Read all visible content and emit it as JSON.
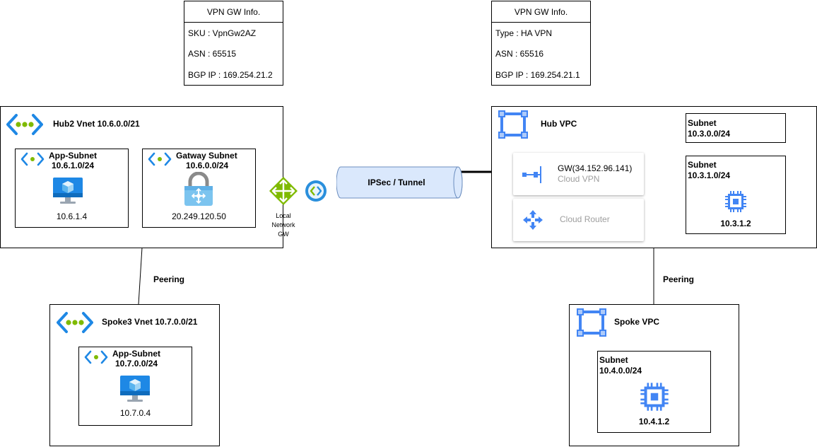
{
  "vpn_info_left": {
    "title": "VPN GW Info.",
    "line1": "SKU : VpnGw2AZ",
    "line2": "ASN : 65515",
    "line3": "BGP IP : 169.254.21.2"
  },
  "vpn_info_right": {
    "title": "VPN GW Info.",
    "line1": "Type : HA VPN",
    "line2": "ASN : 65516",
    "line3": "BGP IP : 169.254.21.1"
  },
  "hub2": {
    "title": "Hub2 Vnet 10.6.0.0/21",
    "app_subnet": {
      "name": "App-Subnet",
      "cidr": "10.6.1.0/24",
      "vm_ip": "10.6.1.4"
    },
    "gw_subnet": {
      "name": "Gatway Subnet",
      "cidr": "10.6.0.0/24",
      "gw_ip": "20.249.120.50"
    },
    "lngw_label_1": "Local",
    "lngw_label_2": "Network",
    "lngw_label_3": "GW"
  },
  "tunnel": {
    "label": "IPSec / Tunnel"
  },
  "hub_vpc": {
    "title": "Hub VPC",
    "cloud_vpn_title": "GW(34.152.96.141)",
    "cloud_vpn_sub": "Cloud VPN",
    "cloud_router": "Cloud Router",
    "subnet_a": {
      "name": "Subnet",
      "cidr": "10.3.0.0/24"
    },
    "subnet_b": {
      "name": "Subnet",
      "cidr": "10.3.1.0/24",
      "vm_ip": "10.3.1.2"
    }
  },
  "peering_left": "Peering",
  "peering_right": "Peering",
  "spoke3": {
    "title": "Spoke3 Vnet 10.7.0.0/21",
    "app_subnet": {
      "name": "App-Subnet",
      "cidr": "10.7.0.0/24",
      "vm_ip": "10.7.0.4"
    }
  },
  "spoke_vpc": {
    "title": "Spoke VPC",
    "subnet": {
      "name": "Subnet",
      "cidr": "10.4.0.0/24",
      "vm_ip": "10.4.1.2"
    }
  },
  "colors": {
    "azure_blue": "#1e88e5",
    "azure_green": "#7fba00",
    "gcp_blue": "#4285f4",
    "tunnel_fill": "#dae8fc",
    "tunnel_stroke": "#6c8ebf"
  }
}
